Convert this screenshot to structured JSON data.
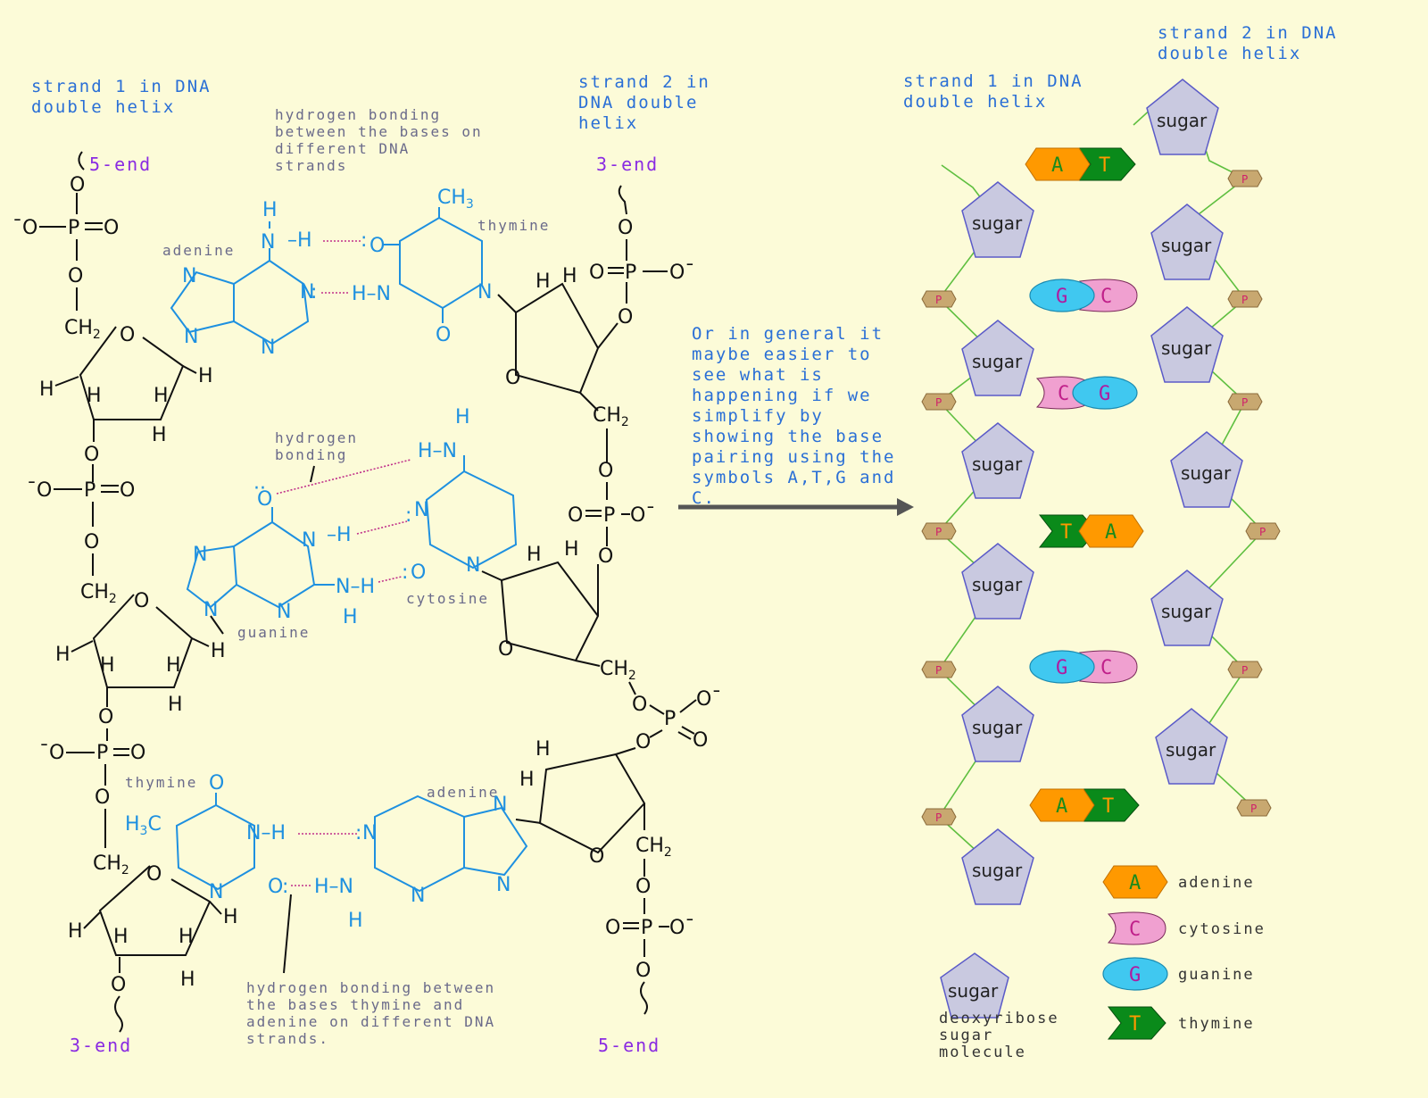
{
  "left": {
    "strand1_label": [
      "strand 1 in DNA",
      "double helix"
    ],
    "strand2_label": [
      "strand 2 in",
      "DNA double",
      "helix"
    ],
    "hbond_top_label": [
      "hydrogen bonding",
      "between the bases on",
      "different DNA",
      "strands"
    ],
    "hbond_mid_label": [
      "hydrogen",
      "bonding"
    ],
    "hbond_bottom_label": [
      "hydrogen bonding between",
      "the bases thymine and",
      "adenine on different DNA",
      "strands."
    ],
    "end_5_top": "5-end",
    "end_3_top": "3-end",
    "end_3_bottom": "3-end",
    "end_5_bottom": "5-end",
    "adenine_top": "adenine",
    "thymine_top": "thymine",
    "guanine": "guanine",
    "cytosine": "cytosine",
    "thymine_bottom": "thymine",
    "adenine_bottom": "adenine"
  },
  "middle": {
    "note": [
      "Or in general it",
      "maybe easier to",
      "see what is",
      "happening if we",
      "simplify by",
      "showing the base",
      "pairing using the",
      "symbols A,T,G and",
      "C."
    ]
  },
  "right": {
    "strand1_label": [
      "strand 1 in DNA",
      "double helix"
    ],
    "strand2_label": [
      "strand 2 in DNA",
      "double helix"
    ],
    "sugar_text": "sugar",
    "phosphate_text": "P",
    "pairs": [
      {
        "left": "A",
        "right": "T"
      },
      {
        "left": "G",
        "right": "C"
      },
      {
        "left": "C",
        "right": "G"
      },
      {
        "left": "T",
        "right": "A"
      },
      {
        "left": "G",
        "right": "C"
      },
      {
        "left": "A",
        "right": "T"
      }
    ],
    "legend": [
      {
        "symbol": "A",
        "name": "adenine"
      },
      {
        "symbol": "C",
        "name": "cytosine"
      },
      {
        "symbol": "G",
        "name": "guanine"
      },
      {
        "symbol": "T",
        "name": "thymine"
      }
    ],
    "legend_sugar": [
      "deoxyribose",
      "sugar",
      "molecule"
    ]
  },
  "colors": {
    "background": "#fcfbd8",
    "adenine": "#ff9900",
    "thymine": "#0a8a1a",
    "guanine": "#40c8f0",
    "cytosine": "#f0a0d0",
    "sugar": "#c9c9e0",
    "phosphate": "#c8a870",
    "strand": "#5fbf40"
  }
}
